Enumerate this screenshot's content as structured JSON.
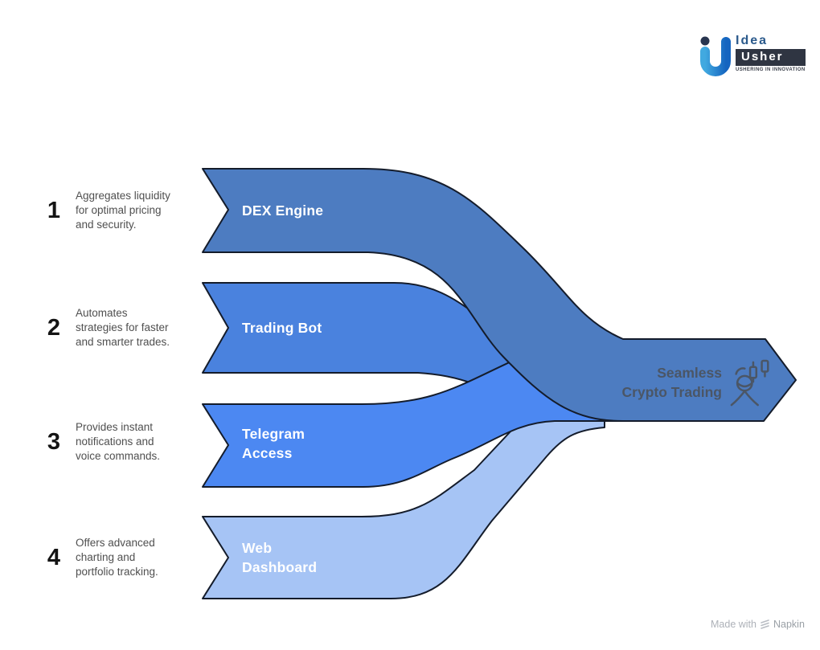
{
  "logo": {
    "line1": "Idea",
    "line2": "Usher",
    "tagline": "USHERING IN INNOVATION"
  },
  "steps": [
    {
      "number": "1",
      "desc_lines": [
        "Aggregates liquidity",
        "for optimal pricing",
        "and security."
      ],
      "label_lines": [
        "DEX Engine"
      ],
      "color": "#4D7CC1"
    },
    {
      "number": "2",
      "desc_lines": [
        "Automates",
        "strategies for faster",
        "and smarter trades."
      ],
      "label_lines": [
        "Trading Bot"
      ],
      "color": "#4A82DE"
    },
    {
      "number": "3",
      "desc_lines": [
        "Provides instant",
        "notifications and",
        "voice commands."
      ],
      "label_lines": [
        "Telegram",
        "Access"
      ],
      "color": "#4C88F2"
    },
    {
      "number": "4",
      "desc_lines": [
        "Offers advanced",
        "charting and",
        "portfolio tracking."
      ],
      "label_lines": [
        "Web",
        "Dashboard"
      ],
      "color": "#A6C4F5"
    }
  ],
  "result": {
    "label_lines": [
      "Seamless",
      "Crypto Trading"
    ],
    "icon": "trader-chart-icon",
    "text_color": "#4b5666"
  },
  "footer": {
    "made_with": "Made with",
    "brand": "Napkin"
  },
  "colors": {
    "outline": "#141c2b",
    "background": "#ffffff"
  }
}
